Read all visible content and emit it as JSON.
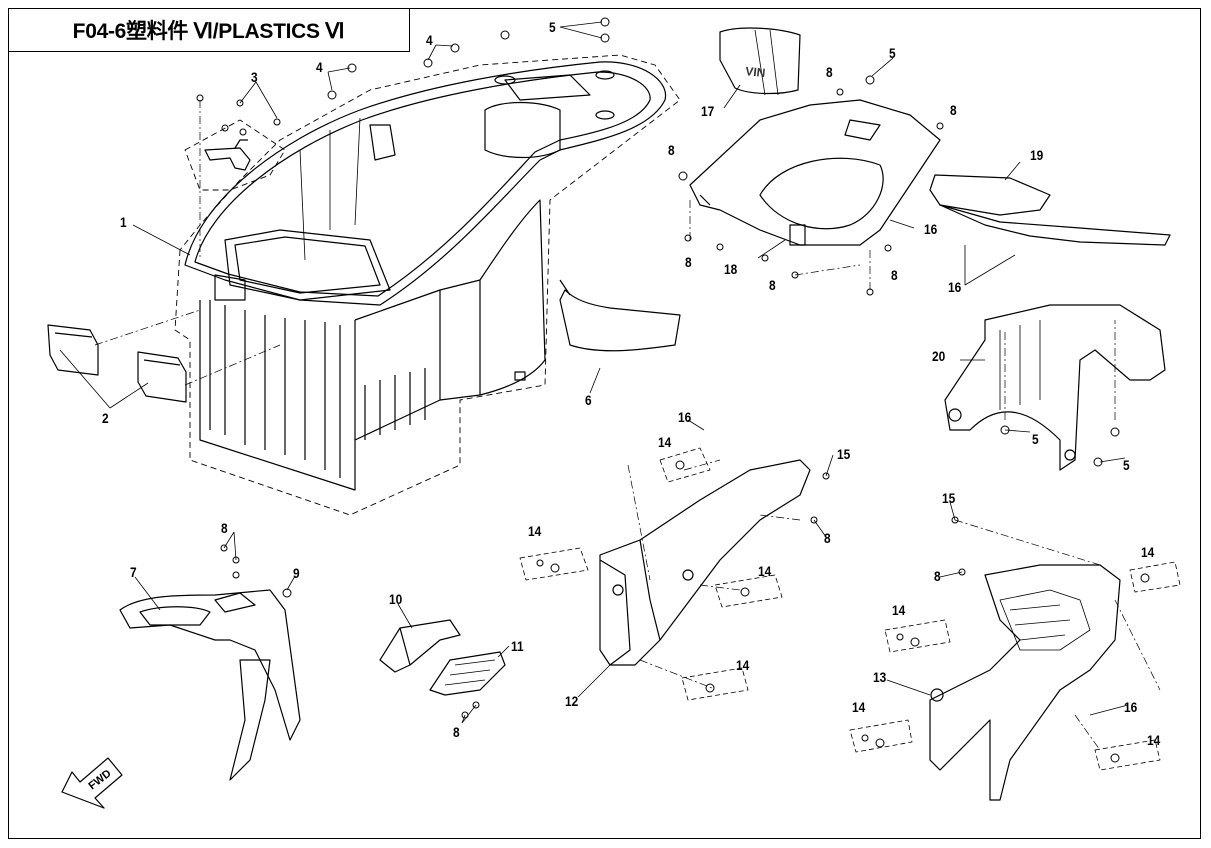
{
  "title": "F04-6塑料件 Ⅵ/PLASTICS Ⅵ",
  "fwd_label": "FWD",
  "housing_text": "VIN",
  "callouts": {
    "c1": "1",
    "c2": "2",
    "c3": "3",
    "c4a": "4",
    "c4b": "4",
    "c5a": "5",
    "c5b": "5",
    "c5c": "5",
    "c5d": "5",
    "c6": "6",
    "c7": "7",
    "c8a": "8",
    "c8b": "8",
    "c8c": "8",
    "c8d": "8",
    "c8e": "8",
    "c8f": "8",
    "c8g": "8",
    "c8h": "8",
    "c8i": "8",
    "c8j": "8",
    "c9": "9",
    "c10": "10",
    "c11": "11",
    "c12": "12",
    "c13": "13",
    "c14a": "14",
    "c14b": "14",
    "c14c": "14",
    "c14d": "14",
    "c14e": "14",
    "c14f": "14",
    "c14g": "14",
    "c14h": "14",
    "c15a": "15",
    "c15b": "15",
    "c16a": "16",
    "c16b": "16",
    "c16c": "16",
    "c16d": "16",
    "c17": "17",
    "c18": "18",
    "c19": "19",
    "c20": "20"
  }
}
